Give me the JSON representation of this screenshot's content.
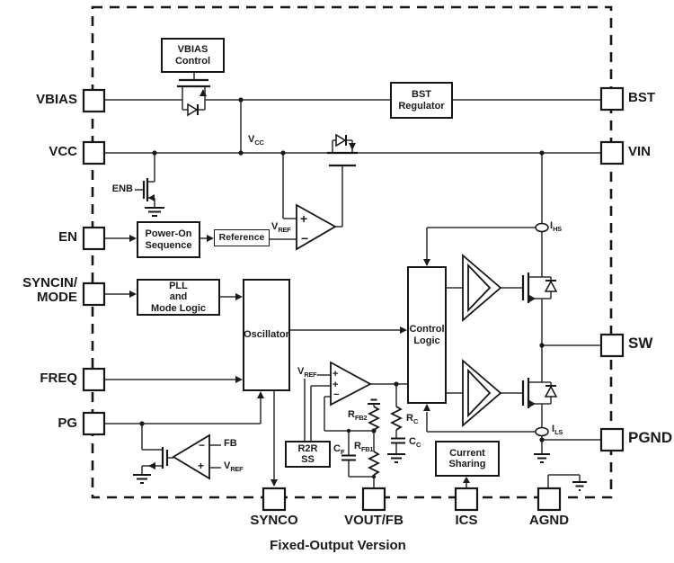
{
  "title": "Fixed-Output Version",
  "symbols": {
    "plus": "+",
    "minus": "−"
  },
  "blocks": {
    "vbias_control": "VBIAS\nControl",
    "bst_regulator": "BST\nRegulator",
    "power_on_sequence": "Power-On\nSequence",
    "reference": "Reference",
    "pll_mode_logic": "PLL\nand\nMode Logic",
    "oscillator": "Oscillator",
    "control_logic": "Control\nLogic",
    "r2r_ss": "R2R\nSS",
    "current_sharing": "Current\nSharing"
  },
  "pins": {
    "vbias": "VBIAS",
    "vcc": "VCC",
    "en": "EN",
    "syncin_mode": "SYNCIN/\nMODE",
    "freq": "FREQ",
    "pg": "PG",
    "bst": "BST",
    "vin": "VIN",
    "sw": "SW",
    "pgnd": "PGND",
    "synco": "SYNCO",
    "vout_fb": "VOUT/FB",
    "ics": "ICS",
    "agnd": "AGND"
  },
  "signals": {
    "vcc": {
      "m": "V",
      "s": "CC"
    },
    "vref": {
      "m": "V",
      "s": "REF"
    },
    "ihs": {
      "m": "I",
      "s": "HS"
    },
    "ils": {
      "m": "I",
      "s": "LS"
    },
    "rc": {
      "m": "R",
      "s": "C"
    },
    "cc": {
      "m": "C",
      "s": "C"
    },
    "rfb2": {
      "m": "R",
      "s": "FB2"
    },
    "rfb1": {
      "m": "R",
      "s": "FB1"
    },
    "cf": {
      "m": "C",
      "s": "F"
    },
    "enb": "ENB",
    "fb": "FB"
  },
  "caption": "Fixed-Output Version",
  "colors": {
    "wire": "#2e2e2e",
    "ink": "#161616",
    "background": "#ffffff"
  }
}
